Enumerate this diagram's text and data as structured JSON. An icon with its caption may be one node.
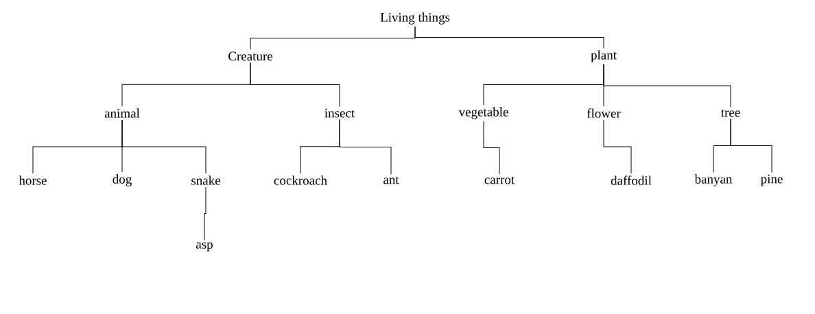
{
  "diagram": {
    "nodes": [
      {
        "text": [
          "Living things"
        ]
      },
      {
        "text": [
          "Creature"
        ]
      },
      {
        "text": [
          "plant"
        ]
      },
      {
        "text": [
          "animal"
        ]
      },
      {
        "text": [
          "insect"
        ]
      },
      {
        "text": [
          "vegetable"
        ]
      },
      {
        "text": [
          "flower"
        ]
      },
      {
        "text": [
          "tree"
        ]
      },
      {
        "text": [
          "horse"
        ]
      },
      {
        "text": [
          "dog"
        ]
      },
      {
        "text": [
          "snake"
        ]
      },
      {
        "text": [
          "cockroach"
        ]
      },
      {
        "text": [
          "ant"
        ]
      },
      {
        "text": [
          "carrot"
        ]
      },
      {
        "text": [
          "daffodil"
        ]
      },
      {
        "text": [
          "banyan"
        ]
      },
      {
        "text": [
          "pine"
        ]
      },
      {
        "text": [
          "asp"
        ]
      }
    ],
    "edges": [
      {
        "from": 0,
        "to": 1,
        "arrow": "none"
      },
      {
        "from": 0,
        "to": 2,
        "arrow": "none"
      },
      {
        "from": 1,
        "to": 3,
        "arrow": "none"
      },
      {
        "from": 1,
        "to": 4,
        "arrow": "none"
      },
      {
        "from": 2,
        "to": 5,
        "arrow": "none"
      },
      {
        "from": 2,
        "to": 6,
        "arrow": "none"
      },
      {
        "from": 2,
        "to": 7,
        "arrow": "none"
      },
      {
        "from": 3,
        "to": 8,
        "arrow": "none"
      },
      {
        "from": 3,
        "to": 9,
        "arrow": "none"
      },
      {
        "from": 3,
        "to": 10,
        "arrow": "none"
      },
      {
        "from": 4,
        "to": 11,
        "arrow": "none"
      },
      {
        "from": 4,
        "to": 12,
        "arrow": "none"
      },
      {
        "from": 5,
        "to": 13,
        "arrow": "none"
      },
      {
        "from": 6,
        "to": 14,
        "arrow": "none"
      },
      {
        "from": 7,
        "to": 15,
        "arrow": "none"
      },
      {
        "from": 7,
        "to": 16,
        "arrow": "none"
      },
      {
        "from": 10,
        "to": 17,
        "arrow": "none"
      }
    ]
  }
}
